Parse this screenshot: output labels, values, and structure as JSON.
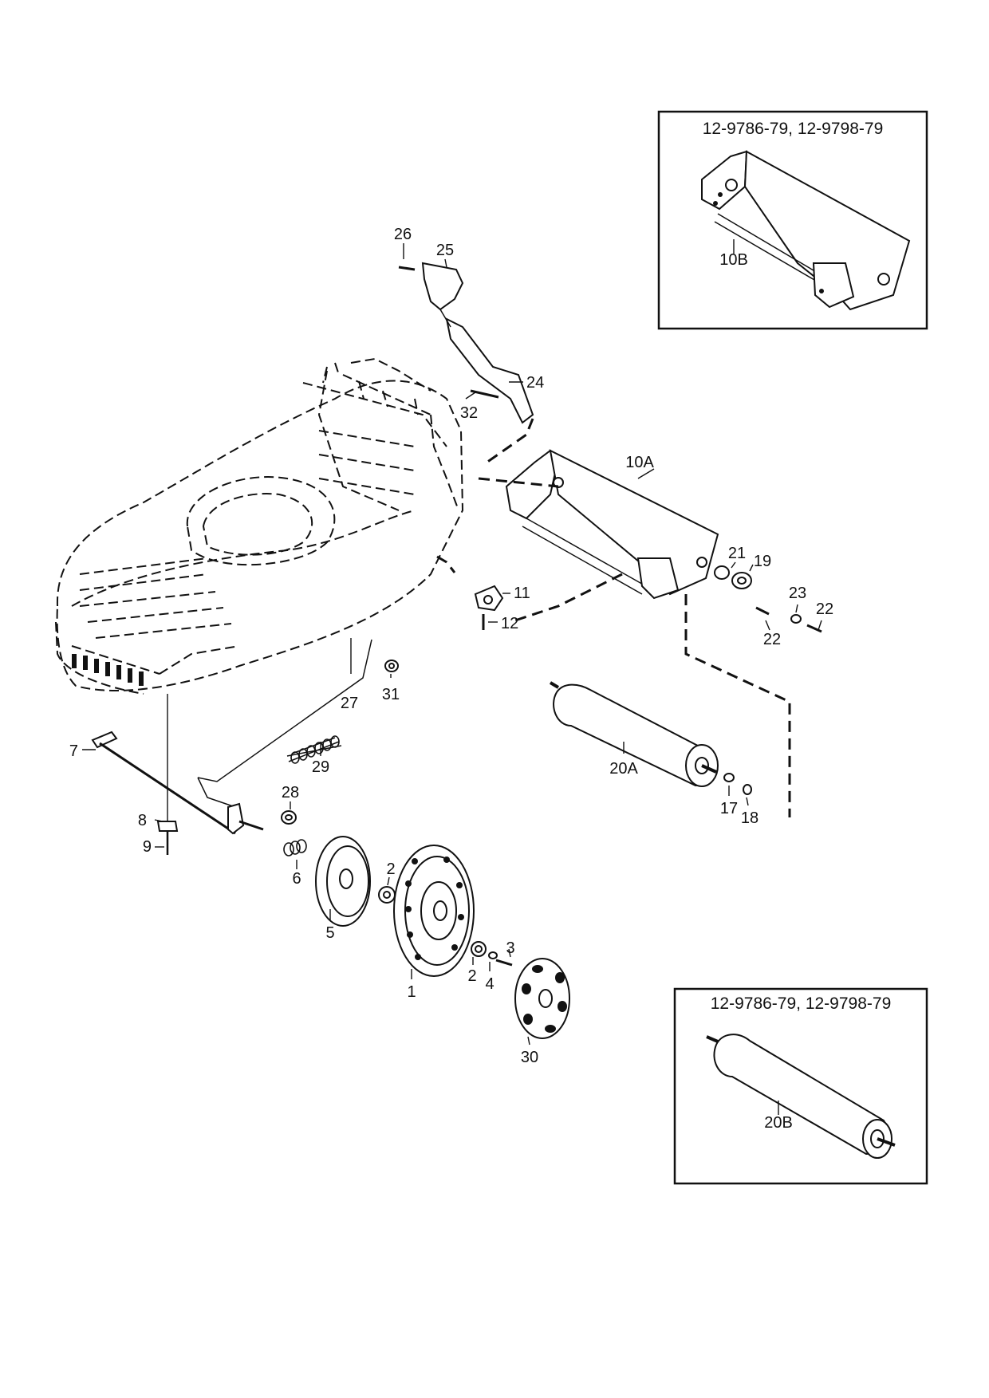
{
  "insets": [
    {
      "id": "inset-top",
      "title": "12-9786-79, 12-9798-79",
      "part": "10B"
    },
    {
      "id": "inset-bottom",
      "title": "12-9786-79, 12-9798-79",
      "part": "20B"
    }
  ],
  "callouts": {
    "c1": "1",
    "c2a": "2",
    "c2b": "2",
    "c3": "3",
    "c4": "4",
    "c5": "5",
    "c6": "6",
    "c7": "7",
    "c8": "8",
    "c9": "9",
    "c10a": "10A",
    "c11": "11",
    "c12": "12",
    "c17": "17",
    "c18": "18",
    "c19": "19",
    "c20a": "20A",
    "c21": "21",
    "c22a": "22",
    "c22b": "22",
    "c23": "23",
    "c24": "24",
    "c25": "25",
    "c26": "26",
    "c27": "27",
    "c28": "28",
    "c29": "29",
    "c30": "30",
    "c31": "31",
    "c32": "32"
  }
}
